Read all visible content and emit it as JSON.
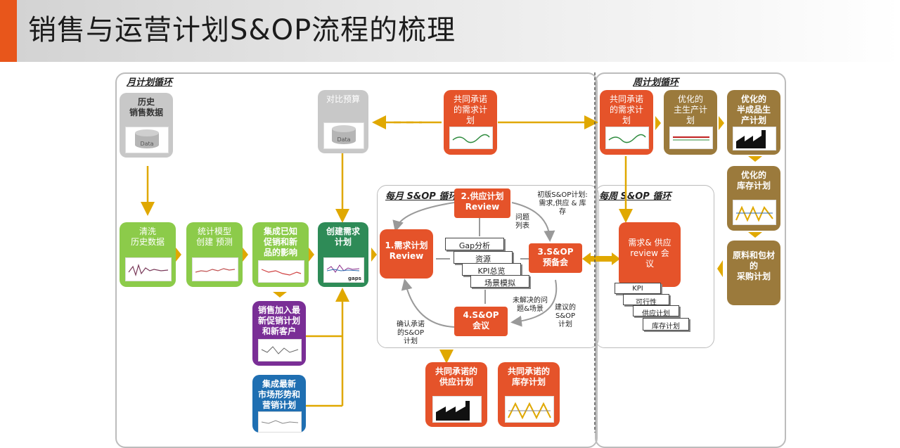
{
  "title": "销售与运营计划S&OP流程的梳理",
  "loops": {
    "monthly": "月计划循环",
    "weekly": "周计划循环",
    "monthly_sop": "每月 S&OP 循环",
    "weekly_sop": "每周 S&OP 循环"
  },
  "boxes": {
    "history": "历史\n销售数据",
    "budget": "对比预算",
    "clean": "清洗\n历史数据",
    "stat_model": "统计模型\n创建 预测",
    "integrate_promo": "集成已知\n促销和新\n品的影响",
    "create_demand": "创建需求\n计划",
    "sales_promo": "销售加入最\n新促销计划\n和新客户",
    "market": "集成最新\n市场形势和\n营销计划",
    "committed_demand": "共同承诺\n的需求计\n划",
    "demand_review": "1.需求计划\nReview",
    "supply_review": "2.供应计划\nReview",
    "sop_pre": "3.S&OP\n预备会",
    "sop_meeting": "4.S&OP\n会议",
    "committed_supply": "共同承诺的\n供应计划",
    "committed_inventory": "共同承诺的\n库存计划",
    "weekly_demand": "共同承诺\n的需求计\n划",
    "mps": "优化的\n主生产计\n划",
    "semi": "优化的\n半成品生\n产计划",
    "inventory_opt": "优化的\n库存计划",
    "materials": "原料和包材\n的\n采购计划",
    "weekly_review": "需求& 供应\nreview 会\n议"
  },
  "data_label": "Data",
  "gaps_label": "gaps",
  "stack_items": [
    "Gap分析",
    "资源",
    "KPI总览",
    "场景模拟"
  ],
  "weekly_stack": [
    "KPI",
    "可行性",
    "供应计划",
    "库存计划"
  ],
  "notes": {
    "initial": "初版S&OP计划:\n需求,供应 & 库\n存",
    "issues": "问题\n列表",
    "unresolved": "未解决的问\n题&场景",
    "suggested": "建议的\nS&OP\n计划",
    "confirm": "确认承诺\n的S&OP\n计划"
  },
  "colors": {
    "accent": "#e8561b",
    "arrow": "#e0a800",
    "orange": "#e5532a",
    "green": "#8ccb4a",
    "brown": "#9b7a3c"
  }
}
